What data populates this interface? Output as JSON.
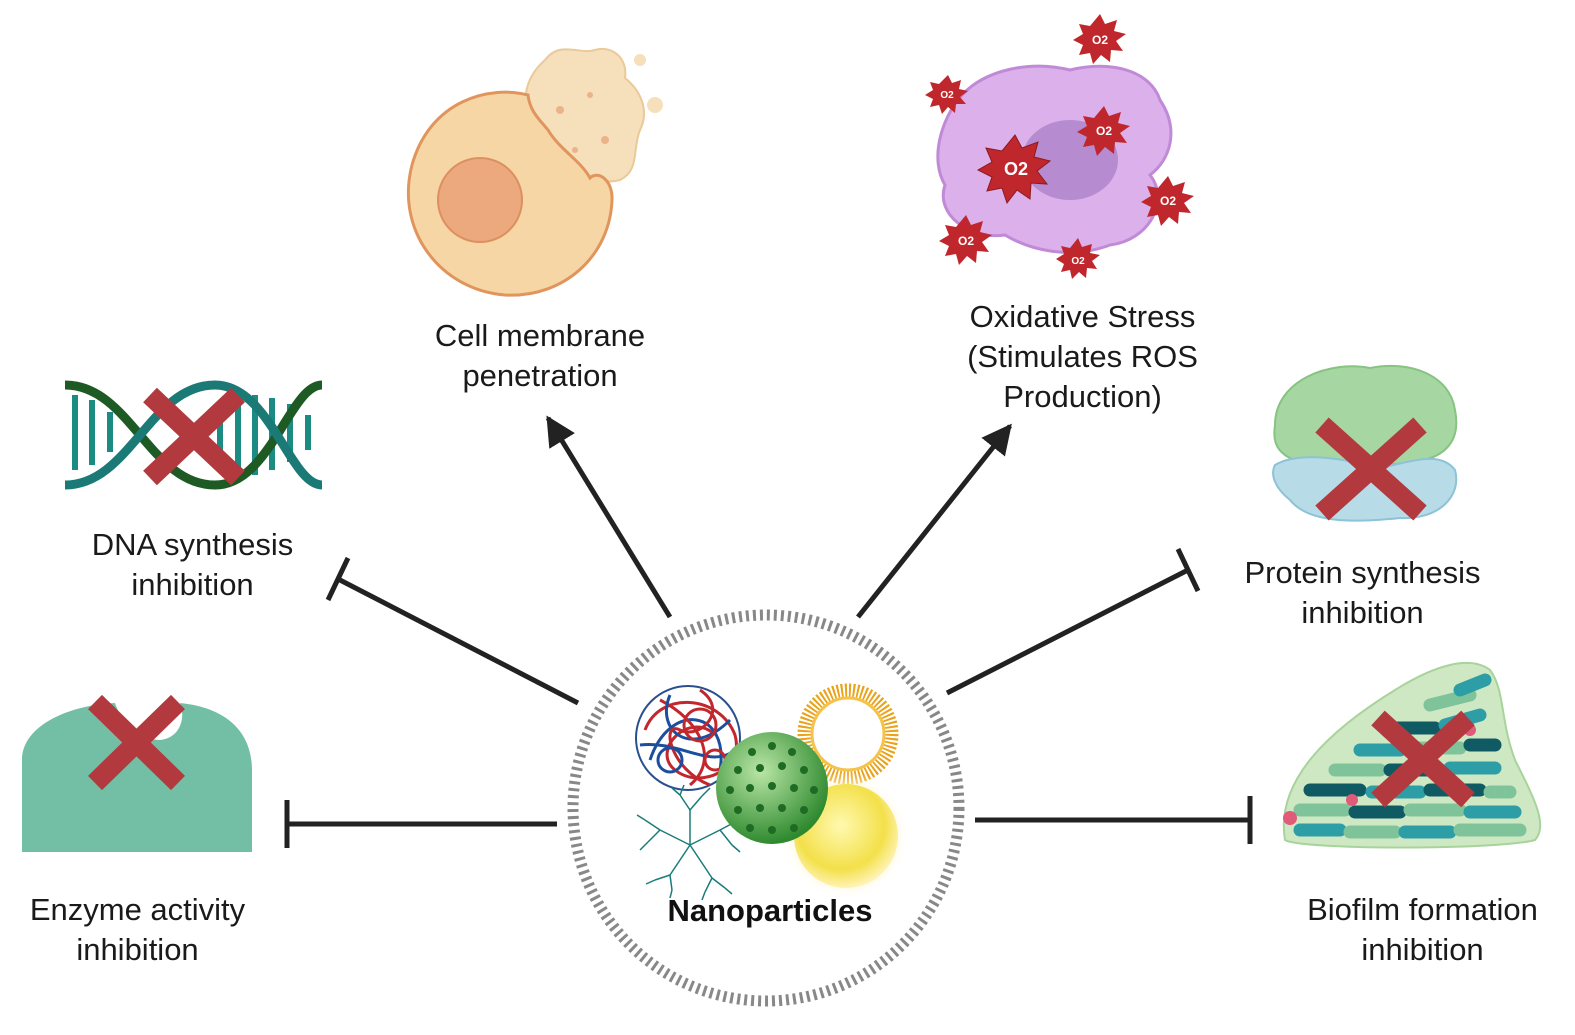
{
  "center": {
    "label": "Nanoparticles"
  },
  "effects": {
    "membrane": {
      "line1": "Cell membrane",
      "line2": "penetration"
    },
    "oxidative": {
      "line1": "Oxidative Stress",
      "line2": "(Stimulates ROS",
      "line3": "Production)",
      "ros_symbol": "O2"
    },
    "dna": {
      "line1": "DNA synthesis",
      "line2": "inhibition"
    },
    "protein": {
      "line1": "Protein synthesis",
      "line2": "inhibition"
    },
    "enzyme": {
      "line1": "Enzyme activity",
      "line2": "inhibition"
    },
    "biofilm": {
      "line1": "Biofilm formation",
      "line2": "inhibition"
    }
  },
  "colors": {
    "arrow": "#222222",
    "cross": "#b23a3f",
    "cell": "#f7d6a6",
    "nucleus": "#eaa77a",
    "macrophage": "#d6a6e6",
    "ros": "#c0272d",
    "enzyme": "#72bfa6",
    "dna_dark": "#1d5a24",
    "dna_teal": "#1b8b84"
  }
}
